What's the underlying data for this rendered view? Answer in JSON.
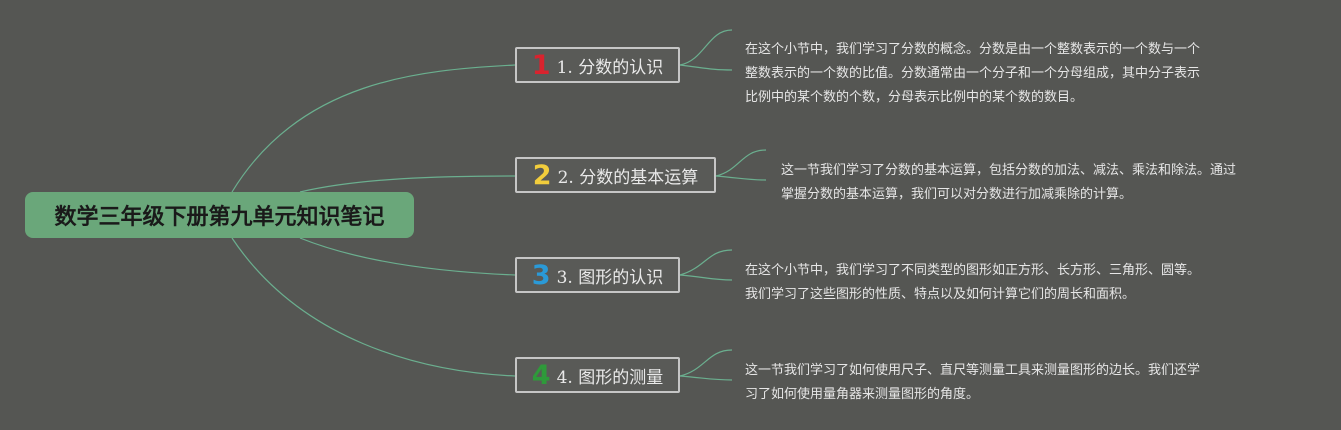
{
  "central_topic": "数学三年级下册第九单元知识笔记",
  "colors": {
    "background": "#555653",
    "central": "#6aa77a",
    "connector": "#6fbf9a",
    "num1": "#d9232e",
    "num2": "#f2cd3c",
    "num3": "#2a9ad8",
    "num4": "#2e9a3a"
  },
  "branches": [
    {
      "number": "1",
      "title": "1. 分数的认识",
      "note_lines": [
        "在这个小节中，我们学习了分数的概念。分数是由一个整数表示的一个数与一个",
        "整数表示的一个数的比值。分数通常由一个分子和一个分母组成，其中分子表示",
        "比例中的某个数的个数，分母表示比例中的某个数的数目。"
      ]
    },
    {
      "number": "2",
      "title": "2. 分数的基本运算",
      "note_lines": [
        "这一节我们学习了分数的基本运算，包括分数的加法、减法、乘法和除法。通过",
        "掌握分数的基本运算，我们可以对分数进行加减乘除的计算。"
      ]
    },
    {
      "number": "3",
      "title": "3. 图形的认识",
      "note_lines": [
        "在这个小节中，我们学习了不同类型的图形如正方形、长方形、三角形、圆等。",
        "我们学习了这些图形的性质、特点以及如何计算它们的周长和面积。"
      ]
    },
    {
      "number": "4",
      "title": "4. 图形的测量",
      "note_lines": [
        "这一节我们学习了如何使用尺子、直尺等测量工具来测量图形的边长。我们还学",
        "习了如何使用量角器来测量图形的角度。"
      ]
    }
  ]
}
